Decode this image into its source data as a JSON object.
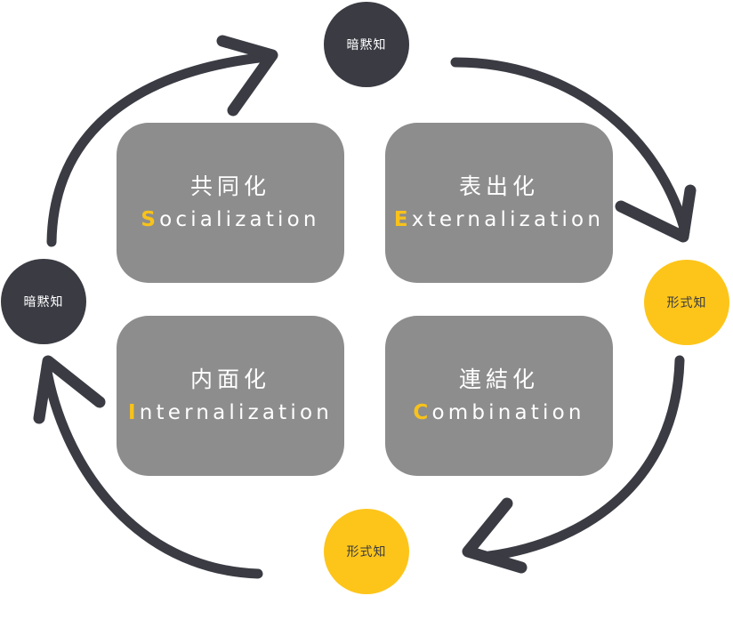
{
  "diagram": {
    "title": "SECI Model",
    "colors": {
      "box": "#8d8d8d",
      "box_text": "#ffffff",
      "accent": "#f8c21a",
      "tacit": "#3a3b43",
      "explicit": "#fdc51a",
      "arrow": "#3a3b43"
    },
    "boxes": [
      {
        "id": "socialization",
        "jp": "共同化",
        "initial": "S",
        "rest": "ocialization"
      },
      {
        "id": "externalization",
        "jp": "表出化",
        "initial": "E",
        "rest": "xternalization"
      },
      {
        "id": "internalization",
        "jp": "内面化",
        "initial": "I",
        "rest": "nternalization"
      },
      {
        "id": "combination",
        "jp": "連結化",
        "initial": "C",
        "rest": "ombination"
      }
    ],
    "nodes": [
      {
        "id": "tacit-top",
        "label": "暗黙知",
        "type": "tacit"
      },
      {
        "id": "tacit-left",
        "label": "暗黙知",
        "type": "tacit"
      },
      {
        "id": "explicit-right",
        "label": "形式知",
        "type": "explicit"
      },
      {
        "id": "explicit-bottom",
        "label": "形式知",
        "type": "explicit"
      }
    ],
    "arrows": [
      {
        "from": "tacit-left",
        "to": "tacit-top",
        "direction": "clockwise"
      },
      {
        "from": "tacit-top",
        "to": "explicit-right",
        "direction": "clockwise"
      },
      {
        "from": "explicit-right",
        "to": "explicit-bottom",
        "direction": "clockwise"
      },
      {
        "from": "explicit-bottom",
        "to": "tacit-left",
        "direction": "clockwise"
      }
    ]
  }
}
